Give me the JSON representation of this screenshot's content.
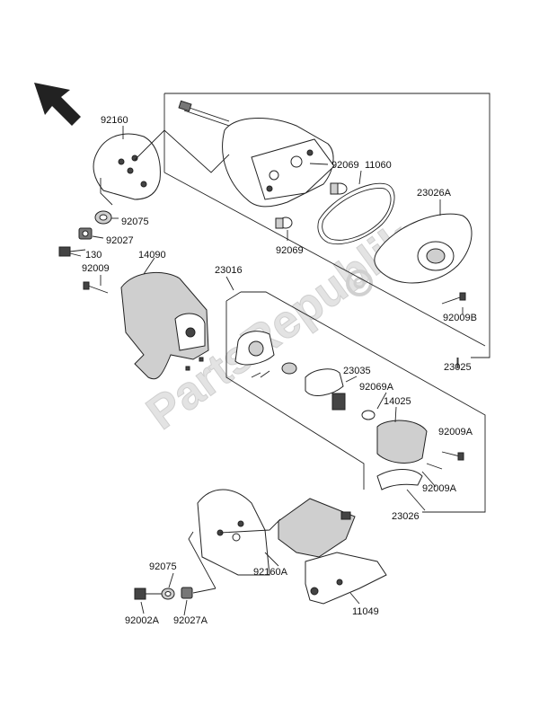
{
  "diagram": {
    "watermark": "PartsRepublik",
    "callouts": {
      "c92160": "92160",
      "c92075_top": "92075",
      "c92027": "92027",
      "c130": "130",
      "c92009": "92009",
      "c14090": "14090",
      "c92069_upper": "92069",
      "c11060": "11060",
      "c23026A": "23026A",
      "c92069_lower": "92069",
      "c92009B": "92009B",
      "c23025": "23025",
      "c23016": "23016",
      "c23035": "23035",
      "c92069A": "92069A",
      "c14025": "14025",
      "c92009A_upper": "92009A",
      "c92009A_lower": "92009A",
      "c23026": "23026",
      "c92075_bottom": "92075",
      "c92160A": "92160A",
      "c92002A": "92002A",
      "c92027A": "92027A",
      "c11049": "11049"
    },
    "icons": {
      "orientation": "front-direction-arrow-icon"
    },
    "colors": {
      "line": "#222222",
      "watermark": "#e3e3e3"
    }
  }
}
